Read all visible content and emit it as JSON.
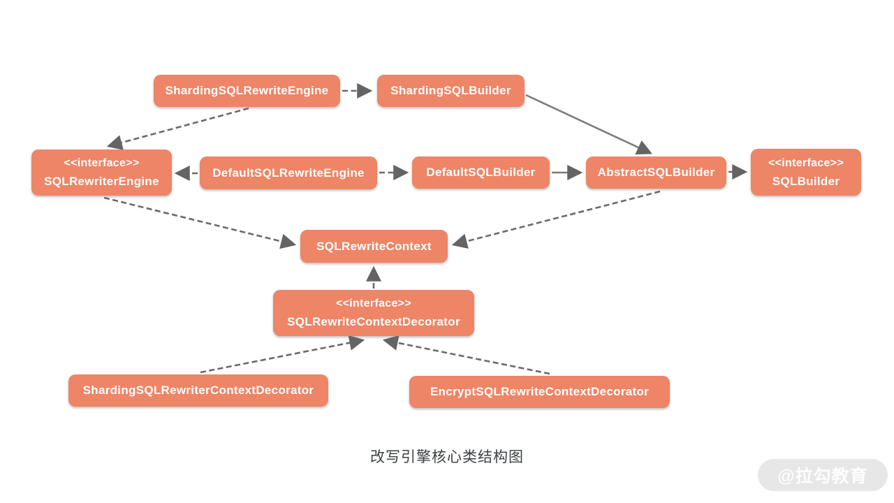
{
  "diagram": {
    "title": "改写引擎核心类结构图",
    "watermark": "@拉勾教育",
    "colors": {
      "node_fill": "#ED8566",
      "node_text": "#FFFFFF",
      "edge_dashed": "#6A6A6A",
      "edge_solid": "#7C7C7C",
      "title_text": "#3C4043",
      "watermark_bg": "#E7E7E7",
      "watermark_text": "#FDFDFD"
    },
    "nodes": {
      "sharding_sql_rewrite_engine": {
        "label": "ShardingSQLRewriteEngine"
      },
      "sharding_sql_builder": {
        "label": "ShardingSQLBuilder"
      },
      "sql_rewriter_engine": {
        "stereotype": "<<interface>>",
        "label": "SQLRewriterEngine"
      },
      "default_sql_rewrite_engine": {
        "label": "DefaultSQLRewriteEngine"
      },
      "default_sql_builder": {
        "label": "DefaultSQLBuilder"
      },
      "abstract_sql_builder": {
        "label": "AbstractSQLBuilder"
      },
      "sql_builder": {
        "stereotype": "<<interface>>",
        "label": "SQLBuilder"
      },
      "sql_rewrite_context": {
        "label": "SQLRewriteContext"
      },
      "sql_rewrite_context_decorator": {
        "stereotype": "<<interface>>",
        "label": "SQLRewriteContextDecorator"
      },
      "sharding_sql_rewriter_context_decorator": {
        "label": "ShardingSQLRewriterContextDecorator"
      },
      "encrypt_sql_rewrite_context_decorator": {
        "label": "EncryptSQLRewriteContextDecorator"
      }
    },
    "edges": [
      {
        "from": "ShardingSQLRewriteEngine",
        "to": "ShardingSQLBuilder",
        "style": "dashed"
      },
      {
        "from": "ShardingSQLRewriteEngine",
        "to": "SQLRewriterEngine",
        "style": "dashed"
      },
      {
        "from": "ShardingSQLBuilder",
        "to": "AbstractSQLBuilder",
        "style": "solid"
      },
      {
        "from": "DefaultSQLRewriteEngine",
        "to": "SQLRewriterEngine",
        "style": "dashed"
      },
      {
        "from": "DefaultSQLRewriteEngine",
        "to": "DefaultSQLBuilder",
        "style": "dashed"
      },
      {
        "from": "DefaultSQLBuilder",
        "to": "AbstractSQLBuilder",
        "style": "solid"
      },
      {
        "from": "AbstractSQLBuilder",
        "to": "SQLBuilder",
        "style": "dashed"
      },
      {
        "from": "SQLRewriterEngine",
        "to": "SQLRewriteContext",
        "style": "dashed"
      },
      {
        "from": "AbstractSQLBuilder",
        "to": "SQLRewriteContext",
        "style": "dashed"
      },
      {
        "from": "SQLRewriteContextDecorator",
        "to": "SQLRewriteContext",
        "style": "dashed"
      },
      {
        "from": "ShardingSQLRewriterContextDecorator",
        "to": "SQLRewriteContextDecorator",
        "style": "dashed"
      },
      {
        "from": "EncryptSQLRewriteContextDecorator",
        "to": "SQLRewriteContextDecorator",
        "style": "dashed"
      }
    ]
  }
}
